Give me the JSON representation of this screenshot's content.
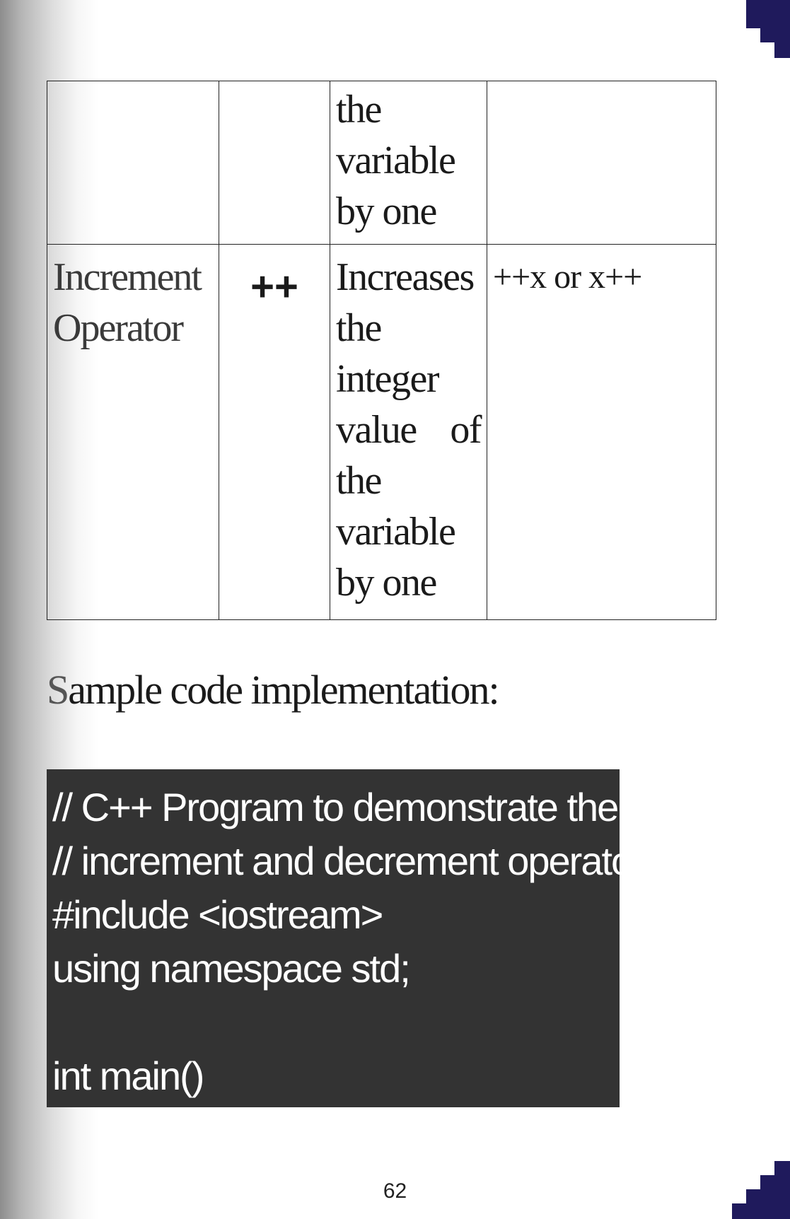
{
  "table": {
    "continued_row": {
      "description_lines": [
        "the",
        "variable",
        "by one"
      ]
    },
    "increment_row": {
      "name_lines": [
        "Increment",
        "Operator"
      ],
      "symbol": "++",
      "description_lines": [
        "Increases",
        "the",
        "integer",
        "value",
        "of",
        "the",
        "variable",
        "by one"
      ],
      "example": "++x or x++"
    }
  },
  "section_heading": "Sample code implementation:",
  "code_lines": [
    "// C++ Program to demonstrate the",
    "// increment and decrement operators",
    "#include <iostream>",
    "using namespace std;",
    "",
    "int main()"
  ],
  "page_number": "62",
  "colors": {
    "corner_accent": "#1f1a5c",
    "code_background": "#333333",
    "code_text": "#ffffff"
  }
}
